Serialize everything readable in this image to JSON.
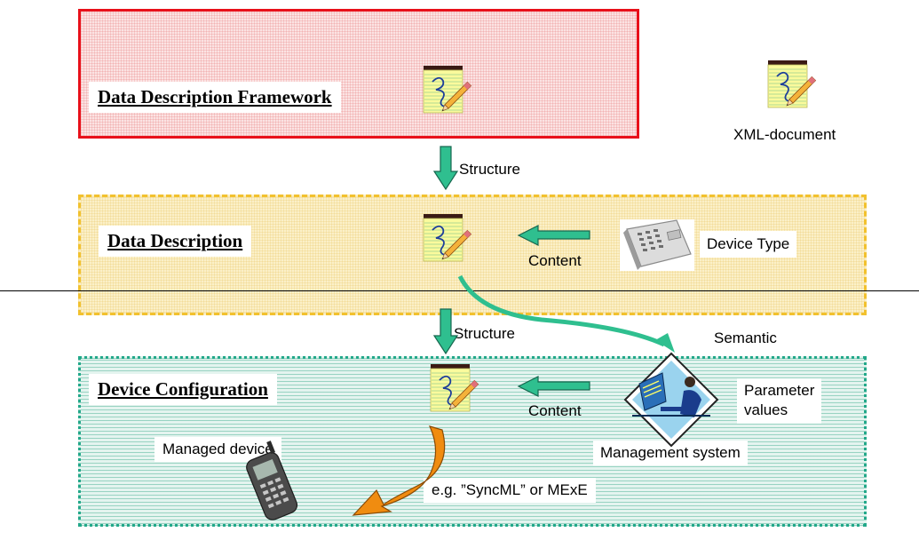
{
  "layers": {
    "framework": {
      "title": "Data Description Framework"
    },
    "description": {
      "title": "Data Description"
    },
    "configuration": {
      "title": "Device Configuration"
    }
  },
  "labels": {
    "xml_document": "XML-document",
    "structure_top": "Structure",
    "structure_mid": "Structure",
    "device_type": "Device Type",
    "content_top": "Content",
    "content_bottom": "Content",
    "semantic": "Semantic",
    "parameter_values": "Parameter\nvalues",
    "management_system": "Management system",
    "managed_device": "Managed device",
    "transport": "e.g. ”SyncML” or MExE"
  },
  "colors": {
    "framework_border": "#e8101a",
    "description_border": "#f2c12e",
    "configuration_border": "#22a88a",
    "arrow_fill": "#2fbf8f",
    "delivery_arrow": "#f08c10"
  },
  "icons": [
    "xml-document-icon",
    "device-type-phone-icon",
    "management-system-icon",
    "managed-device-phone-icon"
  ]
}
